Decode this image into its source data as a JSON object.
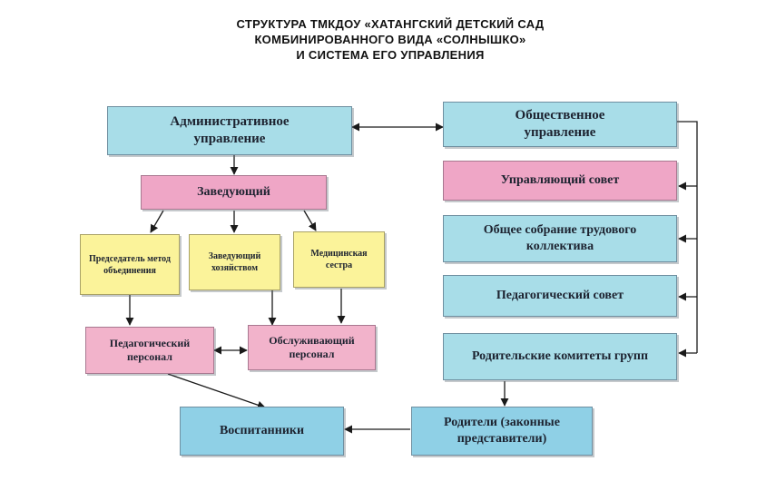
{
  "title": {
    "line1": "СТРУКТУРА  ТМКДОУ «ХАТАНГСКИЙ ДЕТСКИЙ САД",
    "line2": "КОМБИНИРОВАННОГО ВИДА «СОЛНЫШКО»",
    "line3": "И  СИСТЕМА ЕГО УПРАВЛЕНИЯ"
  },
  "nodes": {
    "admin": "Административное управление",
    "zaved": "Заведующий",
    "pred": "Председатель метод объединения",
    "zamzav": "Заведующий хозяйством",
    "medsestra": "Медицинская сестра",
    "pedpersonal": "Педагогический персонал",
    "obsluzh": "Обслуживающий персонал",
    "vospitanniki": "Воспитанники",
    "obshch": "Общественное управление",
    "upravsovet": "Управляющий совет",
    "sobranie": "Общее собрание трудового коллектива",
    "pedsovet": "Педагогический совет",
    "roditkom": "Родительские комитеты групп",
    "roditeli": "Родители (законные представители)"
  },
  "colors": {
    "blue": "#a8dde8",
    "pink": "#efa6c6",
    "yellow": "#fbf39a",
    "line": "#1a1a1a"
  }
}
